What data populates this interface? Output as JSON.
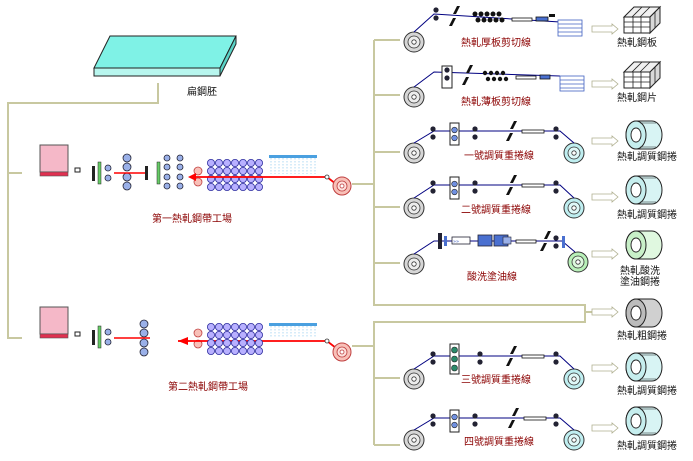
{
  "labels": {
    "slab": "扁鋼胚",
    "hsm1": "第一熱軋鋼帶工場",
    "hsm2": "第二熱軋鋼帶工場",
    "line_thick_shear": "熱軋厚板剪切線",
    "line_thin_shear": "熱軋薄板剪切線",
    "line_temper1": "一號調質重捲線",
    "line_temper2": "二號調質重捲線",
    "line_pickle": "酸洗塗油線",
    "line_temper3": "三號調質重捲線",
    "line_temper4": "四號調質重捲線"
  },
  "products": {
    "thick_plate": "熱軋鋼板",
    "thin_sheet": "熱軋鋼片",
    "temper_coil_1": "熱軋調質鋼捲",
    "temper_coil_2": "熱軋調質鋼捲",
    "pickled_l1": "熱軋酸洗",
    "pickled_l2": "塗油鋼捲",
    "black_coil": "熱軋粗鋼捲",
    "temper_coil_3": "熱軋調質鋼捲",
    "temper_coil_4": "熱軋調質鋼捲"
  },
  "colors": {
    "line": "#c8c8a0",
    "strip_red": "#ff0000",
    "strip_blue": "#000080",
    "roll_blue": "#9ab0e8",
    "roll_purple": "#b8b0ff",
    "furnace": "#f5b8c8",
    "coil_out": "#bfeef0",
    "coil_in": "#d8d8d8",
    "slab_cyan": "#7ff2e6",
    "pickle_coil": "#b8f0b8",
    "label_red": "#8b0000"
  }
}
